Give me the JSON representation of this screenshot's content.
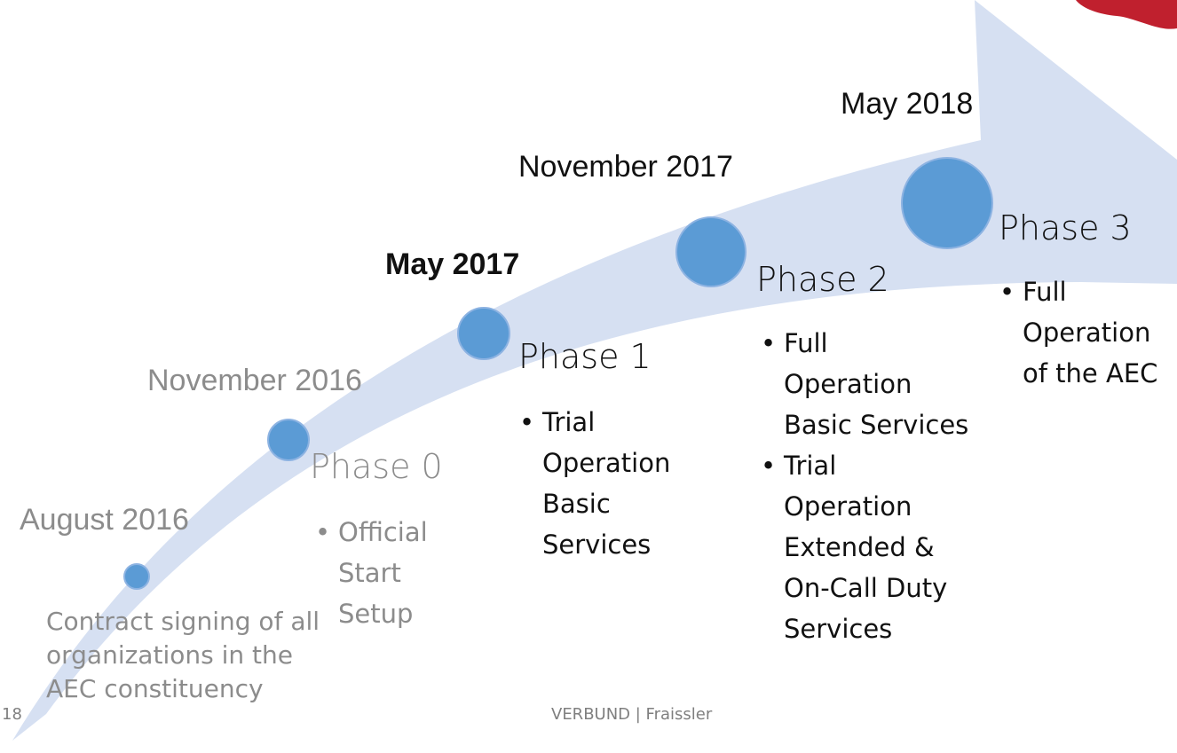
{
  "colors": {
    "arrow": "#d6e0f2",
    "dot": "#5b9bd5",
    "logo": "#c0202e",
    "muted": "#8c8c8c",
    "dark": "#1a1a1a"
  },
  "milestones": [
    {
      "date": "August 2016",
      "phase": "",
      "caption": "Contract signing of all\norganizations in the\nAEC constituency",
      "bullets": []
    },
    {
      "date": "November 2016",
      "phase": "Phase 0",
      "bullets": [
        "Official\nStart\nSetup"
      ]
    },
    {
      "date": "May 2017",
      "phase": "Phase 1",
      "bullets": [
        "Trial\nOperation\nBasic\nServices"
      ]
    },
    {
      "date": "November 2017",
      "phase": "Phase 2",
      "bullets": [
        "Full\nOperation\nBasic Services",
        "Trial\nOperation\nExtended &\nOn-Call Duty\nServices"
      ]
    },
    {
      "date": "May 2018",
      "phase": "Phase 3",
      "bullets": [
        "Full\nOperation\nof the AEC"
      ]
    }
  ],
  "footer": {
    "page_number": "18",
    "text": "VERBUND | Fraissler"
  }
}
